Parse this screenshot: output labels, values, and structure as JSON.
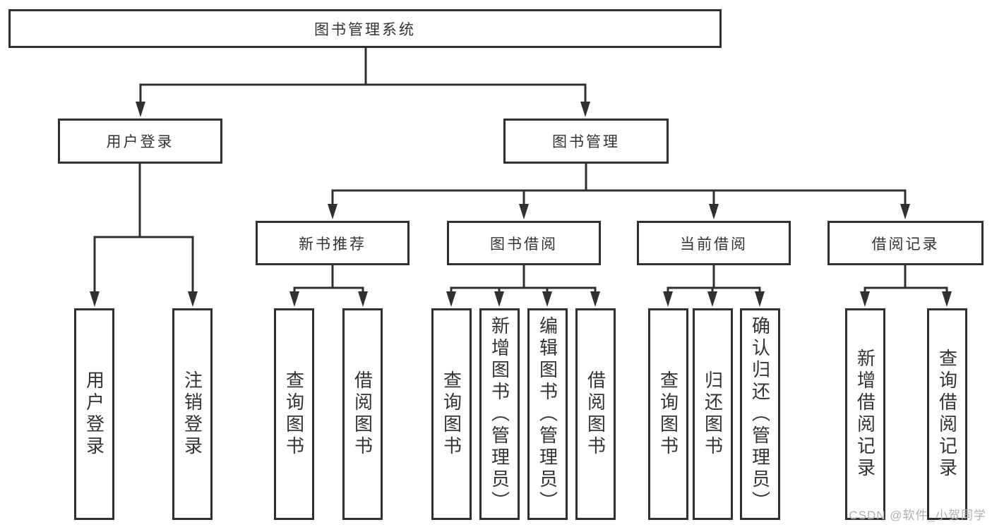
{
  "diagram_colors": {
    "line_color": "#303030",
    "box_border": "#303030",
    "text_color": "#333333",
    "watermark_color": "#b0b0b0",
    "background": "#ffffff"
  },
  "tree": {
    "root": "图书管理系统",
    "children": [
      {
        "label": "用户登录",
        "children": [
          {
            "label": "用户登录"
          },
          {
            "label": "注销登录"
          }
        ]
      },
      {
        "label": "图书管理",
        "children": [
          {
            "label": "新书推荐",
            "children": [
              {
                "label": "查询图书"
              },
              {
                "label": "借阅图书"
              }
            ]
          },
          {
            "label": "图书借阅",
            "children": [
              {
                "label": "查询图书"
              },
              {
                "label": "新增图书（管理员）"
              },
              {
                "label": "编辑图书（管理员）"
              },
              {
                "label": "借阅图书"
              }
            ]
          },
          {
            "label": "当前借阅",
            "children": [
              {
                "label": "查询图书"
              },
              {
                "label": "归还图书"
              },
              {
                "label": "确认归还（管理员）"
              }
            ]
          },
          {
            "label": "借阅记录",
            "children": [
              {
                "label": "新增借阅记录"
              },
              {
                "label": "查询借阅记录"
              }
            ]
          }
        ]
      }
    ]
  },
  "watermark": {
    "text": "CSDN @软件_小贺同学"
  }
}
